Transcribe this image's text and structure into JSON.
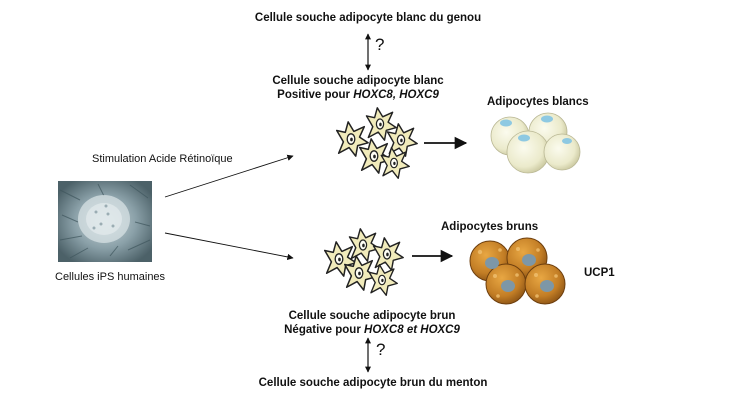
{
  "top_label": "Cellule souche adipocyte blanc du genou",
  "question_mark": "?",
  "white_stem": {
    "line1": "Cellule souche adipocyte blanc",
    "line2_prefix": "Positive pour ",
    "line2_italic": "HOXC8, HOXC9"
  },
  "white_adipocytes_label": "Adipocytes blancs",
  "stimulation_label": "Stimulation Acide Rétinoïque",
  "ips_label": "Cellules iPS humaines",
  "brown_adipocytes_label": "Adipocytes bruns",
  "ucp1_label": "UCP1",
  "brown_stem": {
    "line1": "Cellule souche adipocyte brun",
    "line2_prefix": "Négative pour ",
    "line2_italic1": "HOXC8",
    "line2_mid": " et ",
    "line2_italic2": "HOXC9"
  },
  "bottom_label": "Cellule souche adipocyte brun du menton",
  "colors": {
    "stem_cell_fill": "#f1ebbb",
    "white_adipocyte": "#efeed4",
    "white_adipocyte_dot": "#8ec9e2",
    "brown_adipocyte": "#c9852a",
    "brown_adipocyte_nucleus": "#7d97a7"
  }
}
